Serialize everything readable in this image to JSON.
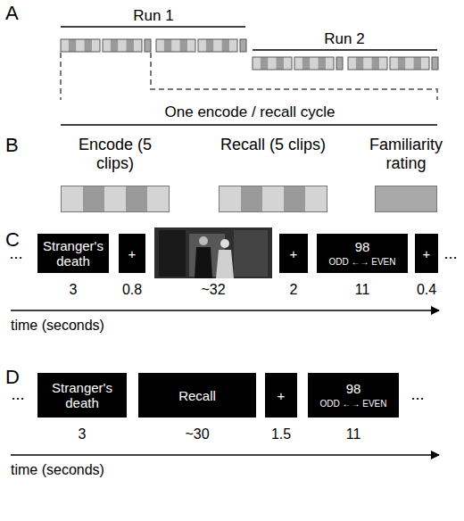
{
  "diagram": {
    "nodes": [
      {
        "text": [
          "Encode (5 clips)"
        ]
      },
      {
        "text": [
          "Recall (5 clips)"
        ]
      },
      {
        "text": [
          "Familiarity rating"
        ]
      },
      {
        "text": [
          "Stranger's death"
        ]
      },
      {
        "text": [
          "+"
        ]
      },
      {
        "text": [
          "+"
        ]
      },
      {
        "text": [
          "98",
          "ODD ←→ EVEN"
        ]
      },
      {
        "text": [
          "+"
        ]
      },
      {
        "text": [
          "Stranger's death"
        ]
      },
      {
        "text": [
          "Recall"
        ]
      },
      {
        "text": [
          "+"
        ]
      },
      {
        "text": [
          "98",
          "ODD ←→ EVEN"
        ]
      }
    ],
    "labels": [
      "A",
      "Run 1",
      "Run 2",
      "One encode / recall cycle",
      "B",
      "C",
      "...",
      "...",
      "3",
      "0.8",
      "~32",
      "2",
      "11",
      "0.4",
      "time (seconds)",
      "D",
      "...",
      "...",
      "3",
      "~30",
      "1.5",
      "11",
      "time (seconds)"
    ]
  }
}
